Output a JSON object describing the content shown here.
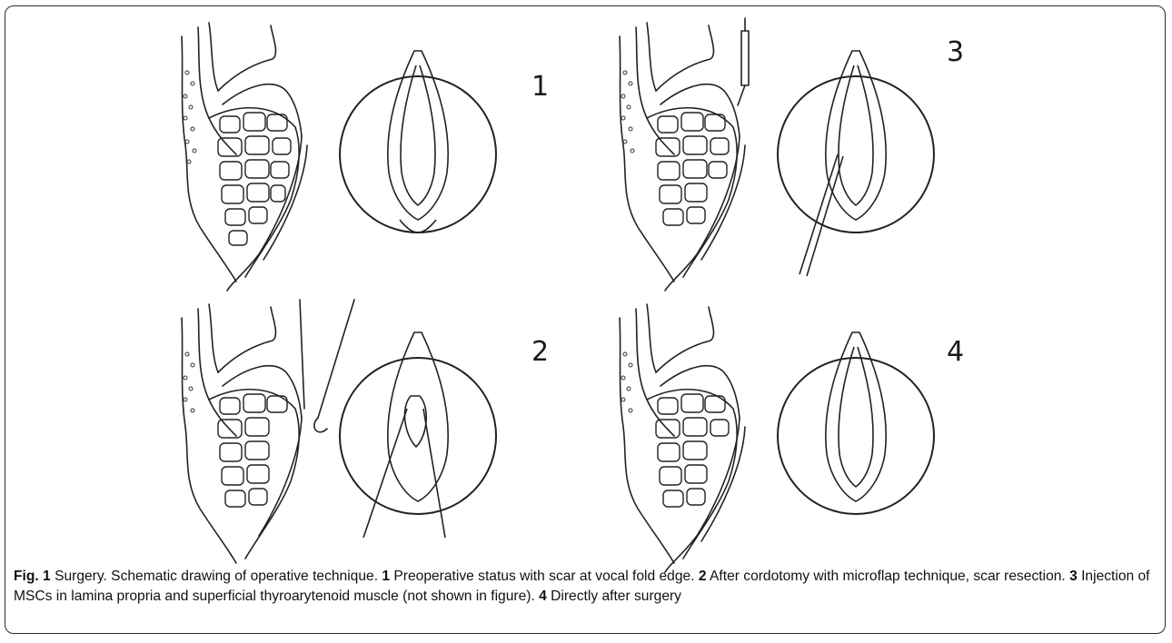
{
  "figure": {
    "panels": [
      {
        "number": "1",
        "description": "Preoperative status with scar at vocal fold edge"
      },
      {
        "number": "2",
        "description": "After cordotomy with microflap technique, scar resection"
      },
      {
        "number": "3",
        "description": "Injection of MSCs in lamina propria and superficial thyroarytenoid muscle (not shown in figure)"
      },
      {
        "number": "4",
        "description": "Directly after surgery"
      }
    ]
  },
  "caption": {
    "label": "Fig. 1",
    "intro": " Surgery. Schematic drawing of operative technique. ",
    "n1": "1",
    "t1": " Preoperative status with scar at vocal fold edge. ",
    "n2": "2",
    "t2": " After cordotomy with microflap technique, scar resection. ",
    "n3": "3",
    "t3": " Injection of MSCs in lamina propria and superficial thyroarytenoid muscle (not shown in figure). ",
    "n4": "4",
    "t4": " Directly after surgery"
  }
}
